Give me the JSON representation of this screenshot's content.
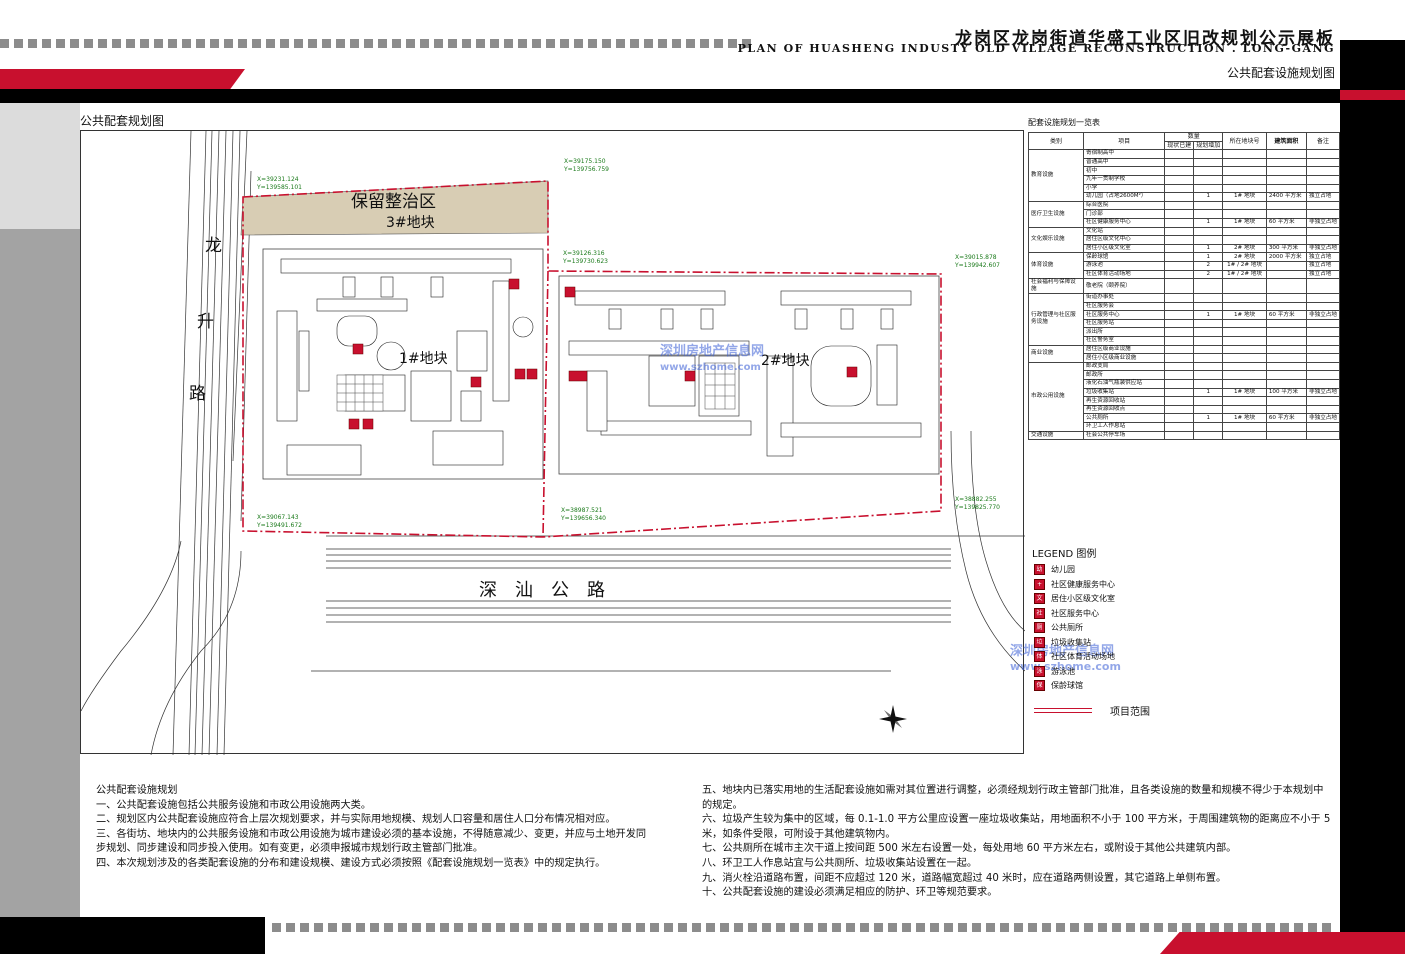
{
  "header": {
    "title_cn": "龙岗区龙岗街道华盛工业区旧改规划公示展板",
    "title_en": "PLAN OF HUASHENG INDUSTY OLD VILLAGE RECONSTRUCTION . LONG-GANG",
    "subtitle": "公共配套设施规划图"
  },
  "map": {
    "title": "公共配套规划图",
    "road_west": [
      "龙",
      "升",
      "路"
    ],
    "road_south": "深　汕　公　路",
    "reserved_zone": "保留整治区",
    "parcels": [
      "1#地块",
      "2#地块",
      "3#地块"
    ],
    "coords": [
      {
        "x": "X=39231.124",
        "y": "Y=139585.101"
      },
      {
        "x": "X=39175.150",
        "y": "Y=139756.759"
      },
      {
        "x": "X=39126.316",
        "y": "Y=139730.623"
      },
      {
        "x": "X=39015.878",
        "y": "Y=139942.607"
      },
      {
        "x": "X=39067.143",
        "y": "Y=139491.672"
      },
      {
        "x": "X=38987.521",
        "y": "Y=139656.340"
      },
      {
        "x": "X=38882.255",
        "y": "Y=139825.770"
      }
    ]
  },
  "table": {
    "title": "配套设施规划一览表",
    "headers": {
      "category": "类别",
      "item": "项目",
      "qty": "数量",
      "qty_existing": "现状已建",
      "qty_planned": "规划增加",
      "location": "所在地块号",
      "area": "建筑面积",
      "note": "备注"
    },
    "rows": [
      {
        "cat": "教育设施",
        "item": "寄宿制高中",
        "a": "",
        "b": "",
        "loc": "",
        "area": "",
        "note": ""
      },
      {
        "cat": "",
        "item": "普通高中",
        "a": "",
        "b": "",
        "loc": "",
        "area": "",
        "note": ""
      },
      {
        "cat": "",
        "item": "初中",
        "a": "",
        "b": "",
        "loc": "",
        "area": "",
        "note": ""
      },
      {
        "cat": "",
        "item": "九年一贯制学校",
        "a": "",
        "b": "",
        "loc": "",
        "area": "",
        "note": ""
      },
      {
        "cat": "",
        "item": "小学",
        "a": "",
        "b": "",
        "loc": "",
        "area": "",
        "note": ""
      },
      {
        "cat": "",
        "item": "幼儿园（占地2600M²）",
        "a": "",
        "b": "1",
        "loc": "1# 地块",
        "area": "2400 平方米",
        "note": "独立占地"
      },
      {
        "cat": "医疗卫生设施",
        "item": "综合医院",
        "a": "",
        "b": "",
        "loc": "",
        "area": "",
        "note": ""
      },
      {
        "cat": "",
        "item": "门诊部",
        "a": "",
        "b": "",
        "loc": "",
        "area": "",
        "note": ""
      },
      {
        "cat": "",
        "item": "社区健康服务中心",
        "a": "",
        "b": "1",
        "loc": "1# 地块",
        "area": "60 平方米",
        "note": "非独立占地"
      },
      {
        "cat": "文化娱乐设施",
        "item": "文化站",
        "a": "",
        "b": "",
        "loc": "",
        "area": "",
        "note": ""
      },
      {
        "cat": "",
        "item": "居住区级文化中心",
        "a": "",
        "b": "",
        "loc": "",
        "area": "",
        "note": ""
      },
      {
        "cat": "",
        "item": "居住小区级文化室",
        "a": "",
        "b": "1",
        "loc": "2# 地块",
        "area": "300 平方米",
        "note": "非独立占地"
      },
      {
        "cat": "体育设施",
        "item": "保龄球馆",
        "a": "",
        "b": "1",
        "loc": "2# 地块",
        "area": "2000 平方米",
        "note": "独立占地"
      },
      {
        "cat": "",
        "item": "游泳池",
        "a": "",
        "b": "2",
        "loc": "1# / 2# 地块",
        "area": "",
        "note": "独立占地"
      },
      {
        "cat": "",
        "item": "社区体育活动场地",
        "a": "",
        "b": "2",
        "loc": "1# / 2# 地块",
        "area": "",
        "note": "独立占地"
      },
      {
        "cat": "社会福利与保障设施",
        "item": "敬老院（颐养院）",
        "a": "",
        "b": "",
        "loc": "",
        "area": "",
        "note": ""
      },
      {
        "cat": "行政管理与社区服务设施",
        "item": "街道办事处",
        "a": "",
        "b": "",
        "loc": "",
        "area": "",
        "note": ""
      },
      {
        "cat": "",
        "item": "社区服务会",
        "a": "",
        "b": "",
        "loc": "",
        "area": "",
        "note": ""
      },
      {
        "cat": "",
        "item": "社区服务中心",
        "a": "",
        "b": "1",
        "loc": "1# 地块",
        "area": "60 平方米",
        "note": "非独立占地"
      },
      {
        "cat": "",
        "item": "社区服务站",
        "a": "",
        "b": "",
        "loc": "",
        "area": "",
        "note": ""
      },
      {
        "cat": "",
        "item": "派出所",
        "a": "",
        "b": "",
        "loc": "",
        "area": "",
        "note": ""
      },
      {
        "cat": "",
        "item": "社区警务室",
        "a": "",
        "b": "",
        "loc": "",
        "area": "",
        "note": ""
      },
      {
        "cat": "商业设施",
        "item": "居住区级商业设施",
        "a": "",
        "b": "",
        "loc": "",
        "area": "",
        "note": ""
      },
      {
        "cat": "",
        "item": "居住小区级商业设施",
        "a": "",
        "b": "",
        "loc": "",
        "area": "",
        "note": ""
      },
      {
        "cat": "市政公用设施",
        "item": "邮政支局",
        "a": "",
        "b": "",
        "loc": "",
        "area": "",
        "note": ""
      },
      {
        "cat": "",
        "item": "邮政所",
        "a": "",
        "b": "",
        "loc": "",
        "area": "",
        "note": ""
      },
      {
        "cat": "",
        "item": "液化石油气瓶装供应站",
        "a": "",
        "b": "",
        "loc": "",
        "area": "",
        "note": ""
      },
      {
        "cat": "",
        "item": "垃圾收集站",
        "a": "",
        "b": "1",
        "loc": "1# 地块",
        "area": "100 平方米",
        "note": "非独立占地"
      },
      {
        "cat": "",
        "item": "再生资源回收站",
        "a": "",
        "b": "",
        "loc": "",
        "area": "",
        "note": ""
      },
      {
        "cat": "",
        "item": "再生资源回收点",
        "a": "",
        "b": "",
        "loc": "",
        "area": "",
        "note": ""
      },
      {
        "cat": "",
        "item": "公共厕所",
        "a": "",
        "b": "1",
        "loc": "1# 地块",
        "area": "60 平方米",
        "note": "非独立占地"
      },
      {
        "cat": "",
        "item": "环卫工人作息站",
        "a": "",
        "b": "",
        "loc": "",
        "area": "",
        "note": ""
      },
      {
        "cat": "交通设施",
        "item": "社会公共停车场",
        "a": "",
        "b": "",
        "loc": "",
        "area": "",
        "note": ""
      }
    ]
  },
  "legend": {
    "title": "LEGEND 图例",
    "items": [
      {
        "icon": "幼",
        "label": "幼儿园"
      },
      {
        "icon": "+",
        "label": "社区健康服务中心"
      },
      {
        "icon": "文",
        "label": "居住小区级文化室"
      },
      {
        "icon": "社",
        "label": "社区服务中心"
      },
      {
        "icon": "厕",
        "label": "公共厕所"
      },
      {
        "icon": "垃",
        "label": "垃圾收集站"
      },
      {
        "icon": "体",
        "label": "社区体育活动场地"
      },
      {
        "icon": "泳",
        "label": "游泳池"
      },
      {
        "icon": "保",
        "label": "保龄球馆"
      }
    ],
    "range_label": "项目范围"
  },
  "notes_left": [
    "公共配套设施规划",
    "一、公共配套设施包括公共服务设施和市政公用设施两大类。",
    "二、规划区内公共配套设施应符合上层次规划要求，并与实际用地规模、规划人口容量和居住人口分布情况相对应。",
    "三、各街坊、地块内的公共服务设施和市政公用设施为城市建设必须的基本设施，不得随意减少、变更，并应与土地开发同步规划、同步建设和同步投入使用。如有变更，必须申报城市规划行政主管部门批准。",
    "四、本次规划涉及的各类配套设施的分布和建设规模、建设方式必须按照《配套设施规划一览表》中的规定执行。"
  ],
  "notes_right": [
    "五、地块内已落实用地的生活配套设施如需对其位置进行调整，必须经规划行政主管部门批准，且各类设施的数量和规模不得少于本规划中的规定。",
    "六、垃圾产生较为集中的区域，每 0.1-1.0 平方公里应设置一座垃圾收集站，用地面积不小于 100 平方米，于周围建筑物的距离应不小于 5 米，如条件受限，可附设于其他建筑物内。",
    "七、公共厕所在城市主次干道上按间距 500 米左右设置一处，每处用地 60 平方米左右，或附设于其他公共建筑内部。",
    "八、环卫工人作息站宜与公共厕所、垃圾收集站设置在一起。",
    "九、消火栓沿道路布置，间距不应超过 120 米，道路幅宽超过 40 米时，应在道路两侧设置，其它道路上单侧布置。",
    "十、公共配套设施的建设必须满足相应的防护、环卫等规范要求。"
  ],
  "watermark": {
    "cn": "深圳房地产信息网",
    "url": "www.szhome.com"
  },
  "colors": {
    "accent_red": "#c8102e",
    "boundary_red": "#c8102e",
    "coord_green": "#1a7a1a",
    "reserved_zone": "#d8cdb4"
  }
}
